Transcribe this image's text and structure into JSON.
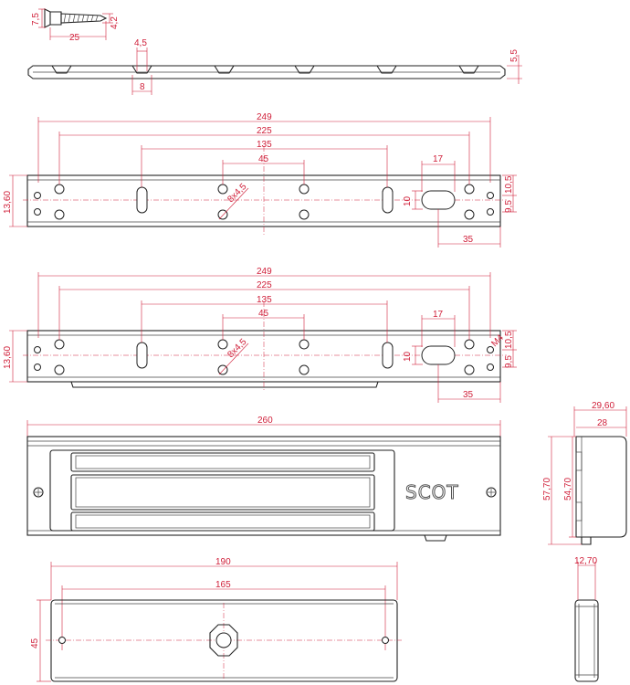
{
  "screw": {
    "dims": [
      "7,5",
      "25",
      "4,2"
    ]
  },
  "side_strip": {
    "dims": [
      "4,5",
      "8",
      "5,5"
    ]
  },
  "plate_top": {
    "dims": {
      "overall": "249",
      "holes": "225",
      "slots": "135",
      "inner": "45",
      "slot_size": "8x4,5",
      "oval": "17",
      "height_left": "13,60",
      "oval_h": "10",
      "r1": "10,5",
      "r2": "9,5",
      "right_offset": "35"
    }
  },
  "plate_mid": {
    "dims": {
      "overall": "249",
      "holes": "225",
      "slots": "135",
      "inner": "45",
      "slot_size": "8x4,5",
      "oval": "17",
      "height_left": "13,60",
      "oval_h": "10",
      "r1": "10,5",
      "r2": "9,5",
      "right_offset": "35",
      "thread": "M4"
    }
  },
  "magnet_front": {
    "dims": {
      "length": "260"
    },
    "logo": "SCOT"
  },
  "magnet_side": {
    "dims": {
      "width_outer": "29,60",
      "width_inner": "28",
      "height_outer": "57,70",
      "height_inner": "54,70"
    }
  },
  "armature": {
    "dims": {
      "length": "190",
      "holes": "165",
      "height": "45"
    }
  },
  "armature_side": {
    "dims": {
      "thickness": "12,70"
    }
  }
}
